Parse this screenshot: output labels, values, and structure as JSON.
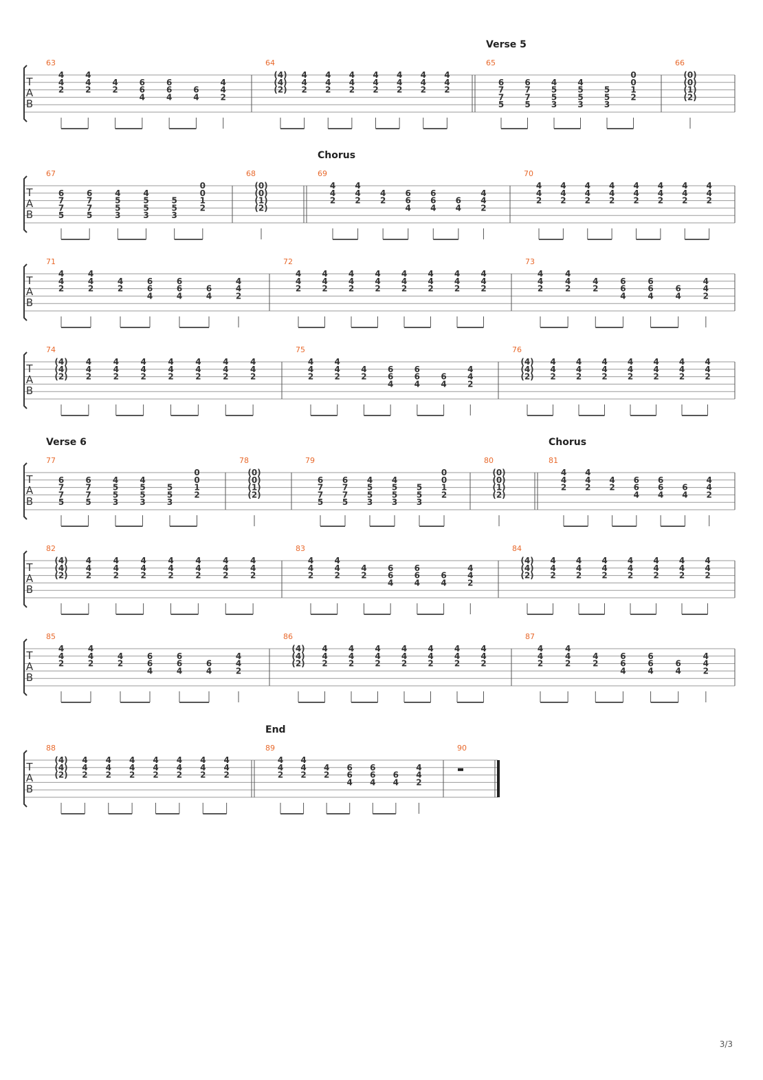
{
  "page": {
    "page_number": "3/3",
    "clef_letters": [
      "T",
      "A",
      "B"
    ]
  },
  "systems": [
    {
      "section_labels": [
        {
          "text": "Verse 5",
          "bar": "65"
        }
      ],
      "bars": [
        {
          "num": "63",
          "chords": [
            [
              "4",
              "4",
              "2"
            ],
            [
              "4",
              "4",
              "2"
            ],
            [
              "",
              "4",
              "2"
            ],
            [
              "",
              "6",
              "6",
              "4"
            ],
            [
              "",
              "6",
              "6",
              "4"
            ],
            [
              "",
              "",
              "6",
              "4"
            ],
            [
              "",
              "4",
              "4",
              "2"
            ]
          ]
        },
        {
          "num": "64",
          "chords": [
            [
              "(4)",
              "(4)",
              "(2)"
            ],
            [
              "4",
              "4",
              "2"
            ],
            [
              "4",
              "4",
              "2"
            ],
            [
              "4",
              "4",
              "2"
            ],
            [
              "4",
              "4",
              "2"
            ],
            [
              "4",
              "4",
              "2"
            ],
            [
              "4",
              "4",
              "2"
            ],
            [
              "4",
              "4",
              "2"
            ]
          ]
        },
        {
          "num": "65",
          "double_before": true,
          "chords": [
            [
              "",
              "6",
              "7",
              "7",
              "5"
            ],
            [
              "",
              "6",
              "7",
              "7",
              "5"
            ],
            [
              "",
              "4",
              "5",
              "5",
              "3"
            ],
            [
              "",
              "4",
              "5",
              "5",
              "3"
            ],
            [
              "",
              "",
              "5",
              "5",
              "3"
            ],
            [
              "0",
              "0",
              "1",
              "2"
            ]
          ]
        },
        {
          "num": "66",
          "chords": [
            [
              "(0)",
              "(0)",
              "(1)",
              "(2)"
            ]
          ]
        }
      ]
    },
    {
      "section_labels": [
        {
          "text": "Chorus",
          "bar": "69"
        }
      ],
      "bars": [
        {
          "num": "67",
          "chords": [
            [
              "",
              "6",
              "7",
              "7",
              "5"
            ],
            [
              "",
              "6",
              "7",
              "7",
              "5"
            ],
            [
              "",
              "4",
              "5",
              "5",
              "3"
            ],
            [
              "",
              "4",
              "5",
              "5",
              "3"
            ],
            [
              "",
              "",
              "5",
              "5",
              "3"
            ],
            [
              "0",
              "0",
              "1",
              "2"
            ]
          ]
        },
        {
          "num": "68",
          "chords": [
            [
              "(0)",
              "(0)",
              "(1)",
              "(2)"
            ]
          ]
        },
        {
          "num": "69",
          "double_before": true,
          "chords": [
            [
              "4",
              "4",
              "2"
            ],
            [
              "4",
              "4",
              "2"
            ],
            [
              "",
              "4",
              "2"
            ],
            [
              "",
              "6",
              "6",
              "4"
            ],
            [
              "",
              "6",
              "6",
              "4"
            ],
            [
              "",
              "",
              "6",
              "4"
            ],
            [
              "",
              "4",
              "4",
              "2"
            ]
          ]
        },
        {
          "num": "70",
          "chords": [
            [
              "4",
              "4",
              "2"
            ],
            [
              "4",
              "4",
              "2"
            ],
            [
              "4",
              "4",
              "2"
            ],
            [
              "4",
              "4",
              "2"
            ],
            [
              "4",
              "4",
              "2"
            ],
            [
              "4",
              "4",
              "2"
            ],
            [
              "4",
              "4",
              "2"
            ],
            [
              "4",
              "4",
              "2"
            ]
          ]
        }
      ]
    },
    {
      "section_labels": [],
      "bars": [
        {
          "num": "71",
          "chords": [
            [
              "4",
              "4",
              "2"
            ],
            [
              "4",
              "4",
              "2"
            ],
            [
              "",
              "4",
              "2"
            ],
            [
              "",
              "6",
              "6",
              "4"
            ],
            [
              "",
              "6",
              "6",
              "4"
            ],
            [
              "",
              "",
              "6",
              "4"
            ],
            [
              "",
              "4",
              "4",
              "2"
            ]
          ]
        },
        {
          "num": "72",
          "chords": [
            [
              "4",
              "4",
              "2"
            ],
            [
              "4",
              "4",
              "2"
            ],
            [
              "4",
              "4",
              "2"
            ],
            [
              "4",
              "4",
              "2"
            ],
            [
              "4",
              "4",
              "2"
            ],
            [
              "4",
              "4",
              "2"
            ],
            [
              "4",
              "4",
              "2"
            ],
            [
              "4",
              "4",
              "2"
            ]
          ]
        },
        {
          "num": "73",
          "chords": [
            [
              "4",
              "4",
              "2"
            ],
            [
              "4",
              "4",
              "2"
            ],
            [
              "",
              "4",
              "2"
            ],
            [
              "",
              "6",
              "6",
              "4"
            ],
            [
              "",
              "6",
              "6",
              "4"
            ],
            [
              "",
              "",
              "6",
              "4"
            ],
            [
              "",
              "4",
              "4",
              "2"
            ]
          ]
        }
      ]
    },
    {
      "section_labels": [],
      "bars": [
        {
          "num": "74",
          "chords": [
            [
              "(4)",
              "(4)",
              "(2)"
            ],
            [
              "4",
              "4",
              "2"
            ],
            [
              "4",
              "4",
              "2"
            ],
            [
              "4",
              "4",
              "2"
            ],
            [
              "4",
              "4",
              "2"
            ],
            [
              "4",
              "4",
              "2"
            ],
            [
              "4",
              "4",
              "2"
            ],
            [
              "4",
              "4",
              "2"
            ]
          ]
        },
        {
          "num": "75",
          "chords": [
            [
              "4",
              "4",
              "2"
            ],
            [
              "4",
              "4",
              "2"
            ],
            [
              "",
              "4",
              "2"
            ],
            [
              "",
              "6",
              "6",
              "4"
            ],
            [
              "",
              "6",
              "6",
              "4"
            ],
            [
              "",
              "",
              "6",
              "4"
            ],
            [
              "",
              "4",
              "4",
              "2"
            ]
          ]
        },
        {
          "num": "76",
          "chords": [
            [
              "(4)",
              "(4)",
              "(2)"
            ],
            [
              "4",
              "4",
              "2"
            ],
            [
              "4",
              "4",
              "2"
            ],
            [
              "4",
              "4",
              "2"
            ],
            [
              "4",
              "4",
              "2"
            ],
            [
              "4",
              "4",
              "2"
            ],
            [
              "4",
              "4",
              "2"
            ],
            [
              "4",
              "4",
              "2"
            ]
          ]
        }
      ]
    },
    {
      "section_labels": [
        {
          "text": "Verse 6",
          "bar": "77"
        },
        {
          "text": "Chorus",
          "bar": "81"
        }
      ],
      "bars": [
        {
          "num": "77",
          "chords": [
            [
              "",
              "6",
              "7",
              "7",
              "5"
            ],
            [
              "",
              "6",
              "7",
              "7",
              "5"
            ],
            [
              "",
              "4",
              "5",
              "5",
              "3"
            ],
            [
              "",
              "4",
              "5",
              "5",
              "3"
            ],
            [
              "",
              "",
              "5",
              "5",
              "3"
            ],
            [
              "0",
              "0",
              "1",
              "2"
            ]
          ]
        },
        {
          "num": "78",
          "chords": [
            [
              "(0)",
              "(0)",
              "(1)",
              "(2)"
            ]
          ]
        },
        {
          "num": "79",
          "chords": [
            [
              "",
              "6",
              "7",
              "7",
              "5"
            ],
            [
              "",
              "6",
              "7",
              "7",
              "5"
            ],
            [
              "",
              "4",
              "5",
              "5",
              "3"
            ],
            [
              "",
              "4",
              "5",
              "5",
              "3"
            ],
            [
              "",
              "",
              "5",
              "5",
              "3"
            ],
            [
              "0",
              "0",
              "1",
              "2"
            ]
          ]
        },
        {
          "num": "80",
          "chords": [
            [
              "(0)",
              "(0)",
              "(1)",
              "(2)"
            ]
          ]
        },
        {
          "num": "81",
          "double_before": true,
          "chords": [
            [
              "4",
              "4",
              "2"
            ],
            [
              "4",
              "4",
              "2"
            ],
            [
              "",
              "4",
              "2"
            ],
            [
              "",
              "6",
              "6",
              "4"
            ],
            [
              "",
              "6",
              "6",
              "4"
            ],
            [
              "",
              "",
              "6",
              "4"
            ],
            [
              "",
              "4",
              "4",
              "2"
            ]
          ]
        }
      ]
    },
    {
      "section_labels": [],
      "bars": [
        {
          "num": "82",
          "chords": [
            [
              "(4)",
              "(4)",
              "(2)"
            ],
            [
              "4",
              "4",
              "2"
            ],
            [
              "4",
              "4",
              "2"
            ],
            [
              "4",
              "4",
              "2"
            ],
            [
              "4",
              "4",
              "2"
            ],
            [
              "4",
              "4",
              "2"
            ],
            [
              "4",
              "4",
              "2"
            ],
            [
              "4",
              "4",
              "2"
            ]
          ]
        },
        {
          "num": "83",
          "chords": [
            [
              "4",
              "4",
              "2"
            ],
            [
              "4",
              "4",
              "2"
            ],
            [
              "",
              "4",
              "2"
            ],
            [
              "",
              "6",
              "6",
              "4"
            ],
            [
              "",
              "6",
              "6",
              "4"
            ],
            [
              "",
              "",
              "6",
              "4"
            ],
            [
              "",
              "4",
              "4",
              "2"
            ]
          ]
        },
        {
          "num": "84",
          "chords": [
            [
              "(4)",
              "(4)",
              "(2)"
            ],
            [
              "4",
              "4",
              "2"
            ],
            [
              "4",
              "4",
              "2"
            ],
            [
              "4",
              "4",
              "2"
            ],
            [
              "4",
              "4",
              "2"
            ],
            [
              "4",
              "4",
              "2"
            ],
            [
              "4",
              "4",
              "2"
            ],
            [
              "4",
              "4",
              "2"
            ]
          ]
        }
      ]
    },
    {
      "section_labels": [],
      "bars": [
        {
          "num": "85",
          "chords": [
            [
              "4",
              "4",
              "2"
            ],
            [
              "4",
              "4",
              "2"
            ],
            [
              "",
              "4",
              "2"
            ],
            [
              "",
              "6",
              "6",
              "4"
            ],
            [
              "",
              "6",
              "6",
              "4"
            ],
            [
              "",
              "",
              "6",
              "4"
            ],
            [
              "",
              "4",
              "4",
              "2"
            ]
          ]
        },
        {
          "num": "86",
          "chords": [
            [
              "(4)",
              "(4)",
              "(2)"
            ],
            [
              "4",
              "4",
              "2"
            ],
            [
              "4",
              "4",
              "2"
            ],
            [
              "4",
              "4",
              "2"
            ],
            [
              "4",
              "4",
              "2"
            ],
            [
              "4",
              "4",
              "2"
            ],
            [
              "4",
              "4",
              "2"
            ],
            [
              "4",
              "4",
              "2"
            ]
          ]
        },
        {
          "num": "87",
          "chords": [
            [
              "4",
              "4",
              "2"
            ],
            [
              "4",
              "4",
              "2"
            ],
            [
              "",
              "4",
              "2"
            ],
            [
              "",
              "6",
              "6",
              "4"
            ],
            [
              "",
              "6",
              "6",
              "4"
            ],
            [
              "",
              "",
              "6",
              "4"
            ],
            [
              "",
              "4",
              "4",
              "2"
            ]
          ]
        }
      ]
    },
    {
      "section_labels": [
        {
          "text": "End",
          "bar": "89"
        }
      ],
      "bars": [
        {
          "num": "88",
          "chords": [
            [
              "(4)",
              "(4)",
              "(2)"
            ],
            [
              "4",
              "4",
              "2"
            ],
            [
              "4",
              "4",
              "2"
            ],
            [
              "4",
              "4",
              "2"
            ],
            [
              "4",
              "4",
              "2"
            ],
            [
              "4",
              "4",
              "2"
            ],
            [
              "4",
              "4",
              "2"
            ],
            [
              "4",
              "4",
              "2"
            ]
          ]
        },
        {
          "num": "89",
          "double_before": true,
          "chords": [
            [
              "4",
              "4",
              "2"
            ],
            [
              "4",
              "4",
              "2"
            ],
            [
              "",
              "4",
              "2"
            ],
            [
              "",
              "6",
              "6",
              "4"
            ],
            [
              "",
              "6",
              "6",
              "4"
            ],
            [
              "",
              "",
              "6",
              "4"
            ],
            [
              "",
              "4",
              "4",
              "2"
            ]
          ]
        },
        {
          "num": "90",
          "rest": true,
          "final": true,
          "chords": []
        }
      ]
    }
  ]
}
